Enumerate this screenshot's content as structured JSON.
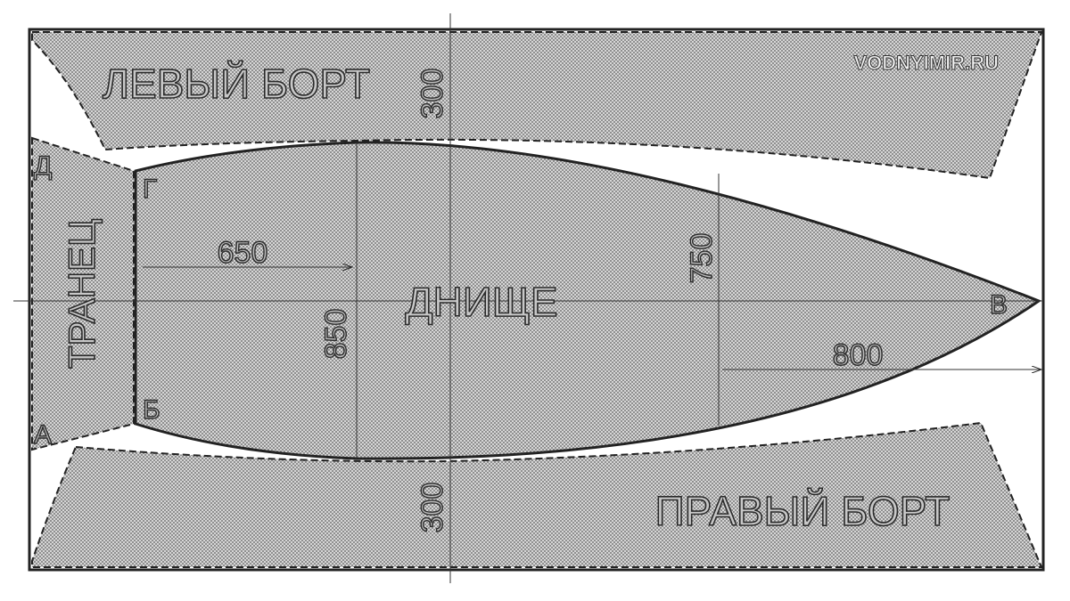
{
  "watermark": "VODNYIMIR.RU",
  "panels": {
    "left_side": "ЛЕВЫЙ БОРТ",
    "right_side": "ПРАВЫЙ БОРТ",
    "transom": "ТРАНЕЦ",
    "bottom": "ДНИЩЕ"
  },
  "points": {
    "d": "Д",
    "g": "Г",
    "b": "Б",
    "a": "А",
    "v": "В"
  },
  "dimensions": {
    "side_top_width": "300",
    "side_bottom_width": "300",
    "transom_to_mid": "650",
    "mid_width": "850",
    "fore_width": "750",
    "fore_length": "800"
  },
  "colors": {
    "fill": "#b9b9b9",
    "line": "#222222"
  }
}
